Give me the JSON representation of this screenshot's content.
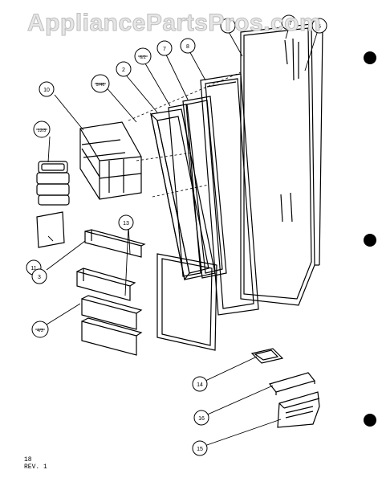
{
  "watermark": "AppliancePartsPros.com",
  "page_code": {
    "line1": "18",
    "line2": "REV. 1"
  },
  "callouts": {
    "c1": "1",
    "c2": "2",
    "c3": "3",
    "c4_3": "4/3",
    "c5": "5",
    "c6_2": "6/2",
    "c7": "7",
    "c8": "8",
    "c9_46": "9/46",
    "c10": "10",
    "c11": "11",
    "c12_3": "12/3",
    "c13": "13",
    "c14": "14",
    "c15": "15",
    "c16": "16",
    "c17": "17"
  },
  "colors": {
    "ink": "#000000",
    "paper": "#ffffff",
    "watermark": "#e6e6e6"
  }
}
